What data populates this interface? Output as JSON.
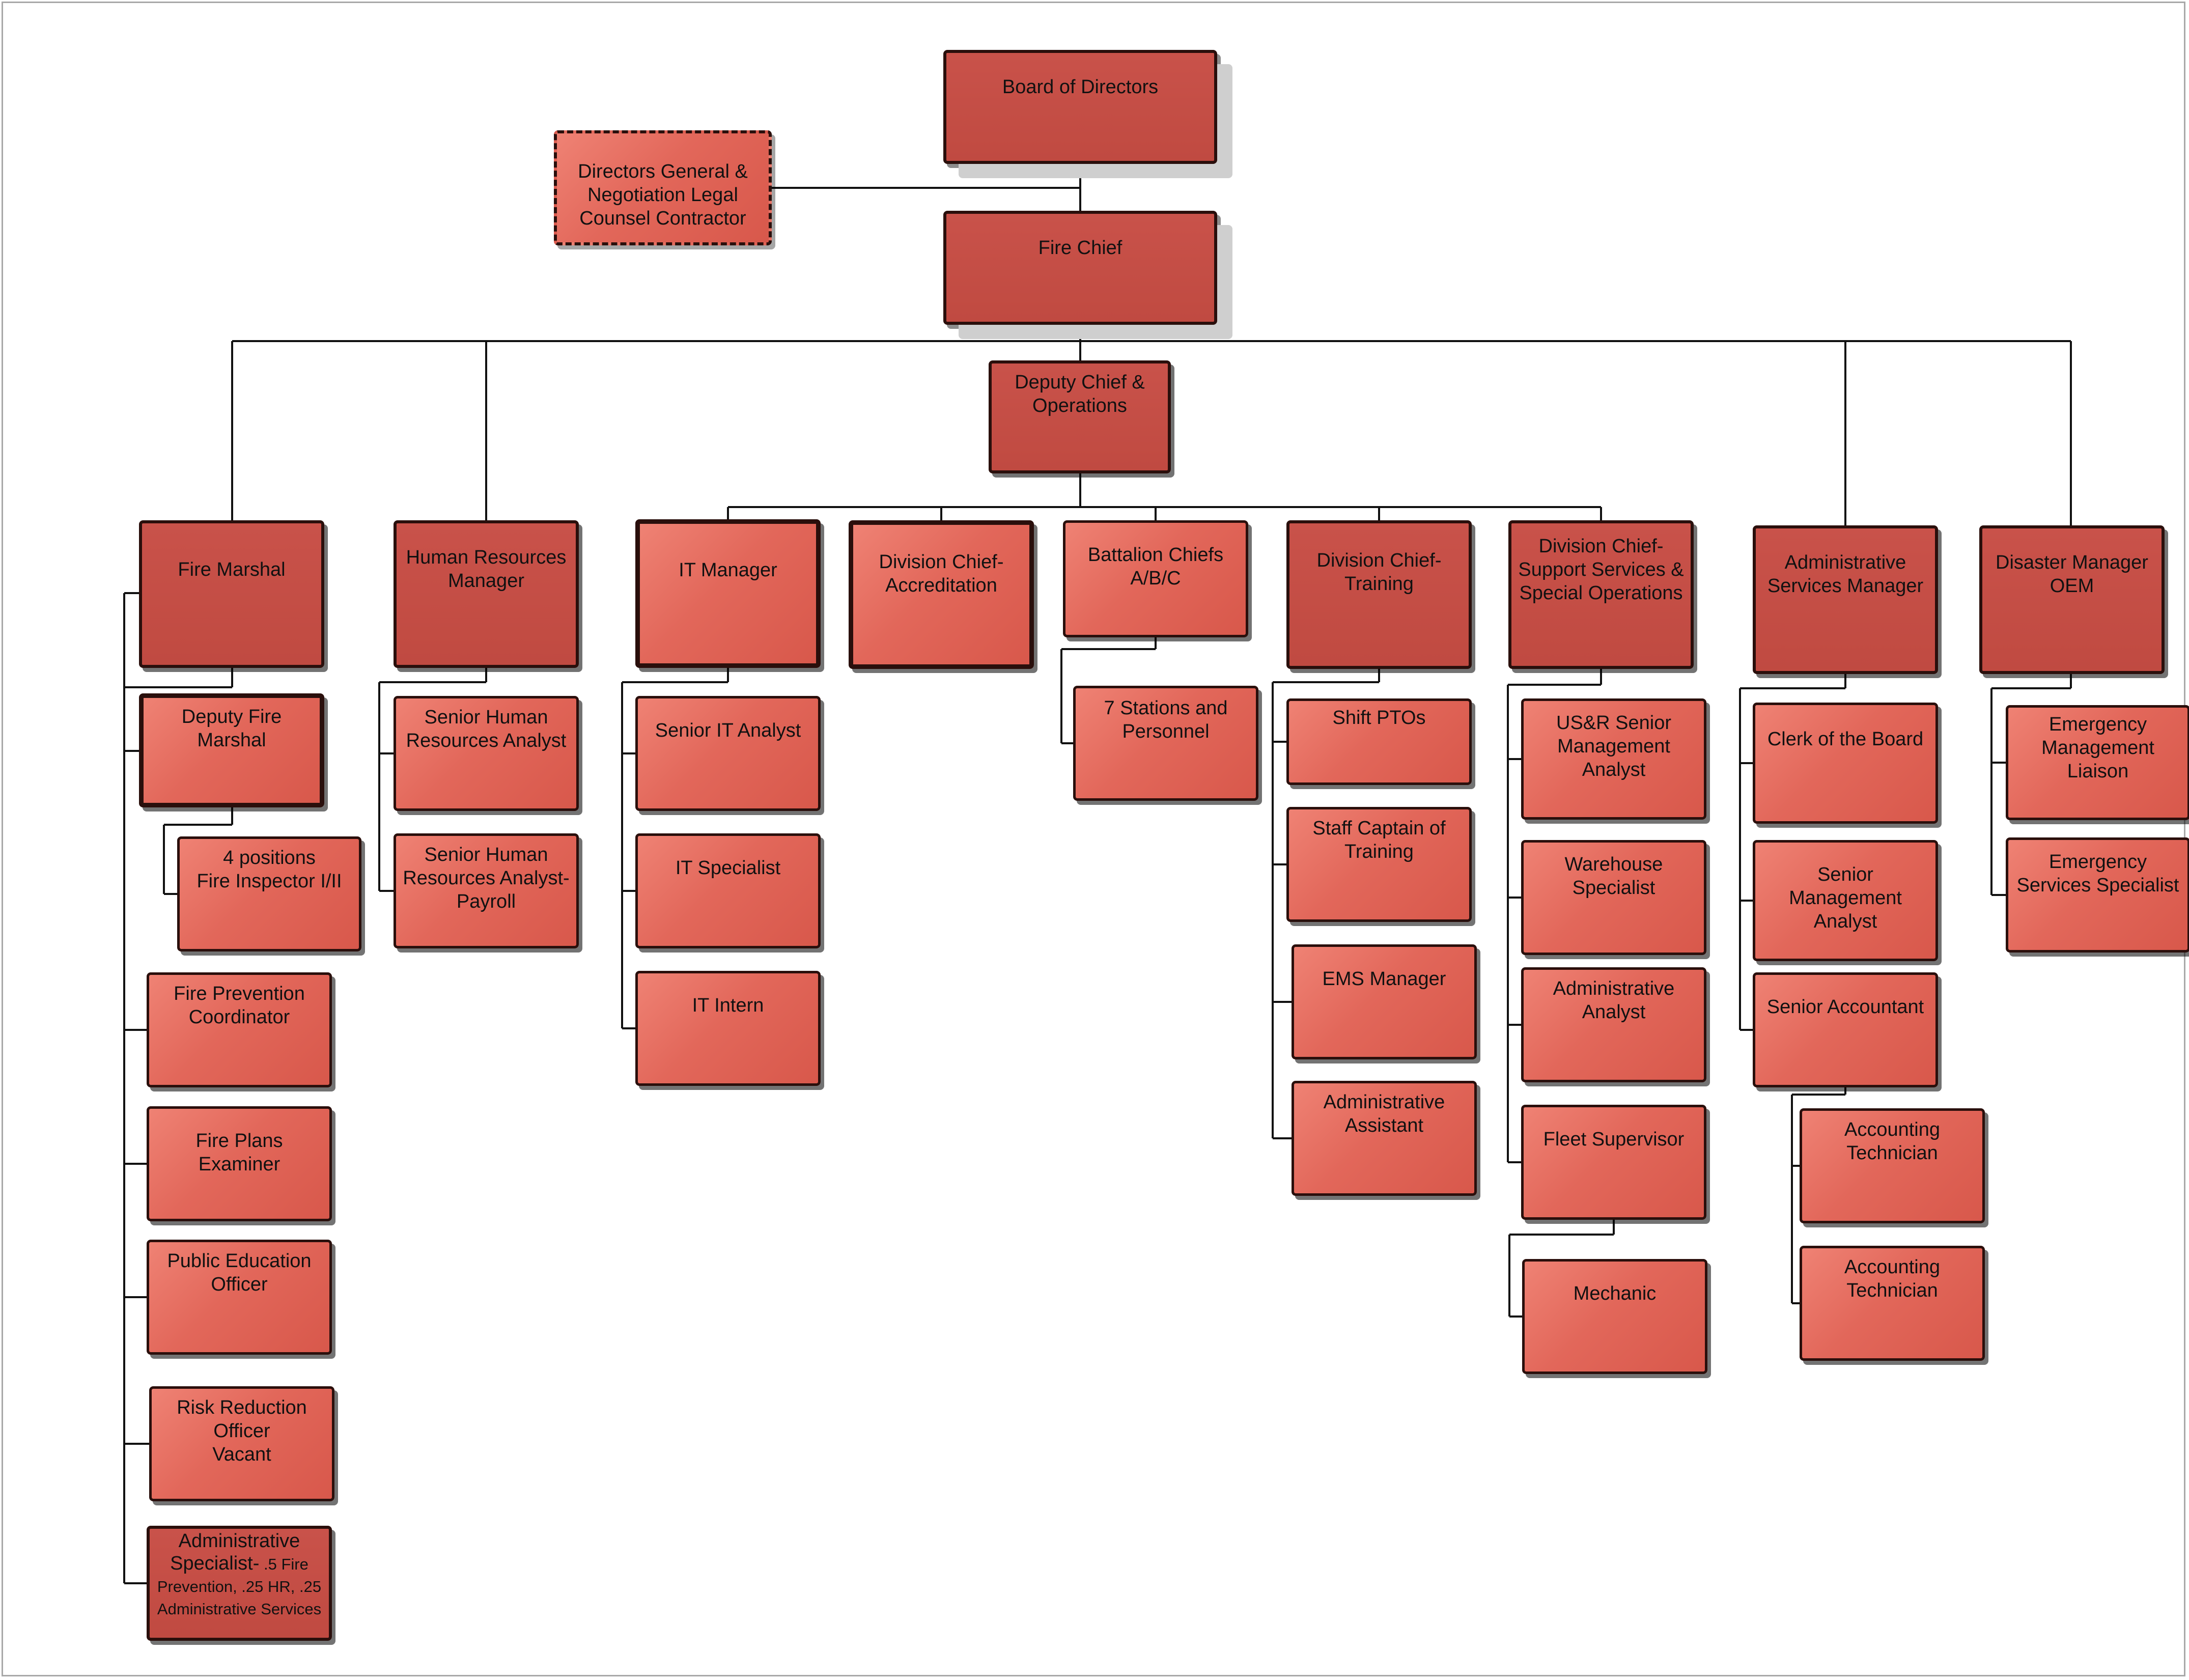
{
  "chart": {
    "nodes": [
      {
        "id": "board",
        "label": "Board of Directors"
      },
      {
        "id": "directors-general",
        "label": "Directors General &\nNegotiation Legal\nCounsel Contractor"
      },
      {
        "id": "fire-chief",
        "label": "Fire Chief"
      },
      {
        "id": "deputy-chief",
        "label": "Deputy Chief &\nOperations"
      },
      {
        "id": "fire-marshal",
        "label": "Fire Marshal"
      },
      {
        "id": "deputy-fire-marshal",
        "label": "Deputy Fire\nMarshal"
      },
      {
        "id": "fire-inspector",
        "label": "4 positions\nFire Inspector I/II"
      },
      {
        "id": "fire-prevention-coordinator",
        "label": "Fire Prevention\nCoordinator"
      },
      {
        "id": "fire-plans-examiner",
        "label": "Fire Plans Examiner"
      },
      {
        "id": "public-education-officer",
        "label": "Public Education\nOfficer"
      },
      {
        "id": "risk-reduction-officer",
        "label": "Risk Reduction\nOfficer\nVacant"
      },
      {
        "id": "administrative-specialist",
        "label": "Administrative\nSpecialist-",
        "label_small": " .5 Fire\nPrevention, .25 HR, .25\nAdministrative Services"
      },
      {
        "id": "hr-manager",
        "label": "Human Resources\nManager"
      },
      {
        "id": "senior-hr-analyst",
        "label": "Senior Human\nResources Analyst"
      },
      {
        "id": "senior-hr-analyst-payroll",
        "label": "Senior Human\nResources Analyst-\nPayroll"
      },
      {
        "id": "it-manager",
        "label": "IT Manager"
      },
      {
        "id": "senior-it-analyst",
        "label": "Senior IT Analyst"
      },
      {
        "id": "it-specialist",
        "label": "IT Specialist"
      },
      {
        "id": "it-intern",
        "label": "IT Intern"
      },
      {
        "id": "division-chief-accreditation",
        "label": "Division Chief-\nAccreditation"
      },
      {
        "id": "battalion-chiefs",
        "label": "Battalion Chiefs\nA/B/C"
      },
      {
        "id": "stations-personnel",
        "label": "7 Stations and\nPersonnel"
      },
      {
        "id": "division-chief-training",
        "label": "Division Chief-\nTraining"
      },
      {
        "id": "shift-ptos",
        "label": "Shift PTOs"
      },
      {
        "id": "staff-captain-training",
        "label": "Staff Captain of\nTraining"
      },
      {
        "id": "ems-manager",
        "label": "EMS Manager"
      },
      {
        "id": "administrative-assistant",
        "label": "Administrative\nAssistant"
      },
      {
        "id": "division-chief-support",
        "label": "Division Chief-\nSupport Services &\nSpecial Operations"
      },
      {
        "id": "usr-senior-analyst",
        "label": "US&R Senior\nManagement\nAnalyst"
      },
      {
        "id": "warehouse-specialist",
        "label": "Warehouse\nSpecialist"
      },
      {
        "id": "administrative-analyst",
        "label": "Administrative\nAnalyst"
      },
      {
        "id": "fleet-supervisor",
        "label": "Fleet Supervisor"
      },
      {
        "id": "mechanic",
        "label": "Mechanic"
      },
      {
        "id": "admin-services-manager",
        "label": "Administrative\nServices Manager"
      },
      {
        "id": "clerk-of-board",
        "label": "Clerk of the Board"
      },
      {
        "id": "senior-management-analyst",
        "label": "Senior Management\nAnalyst"
      },
      {
        "id": "senior-accountant",
        "label": "Senior Accountant"
      },
      {
        "id": "accounting-technician-1",
        "label": "Accounting\nTechnician"
      },
      {
        "id": "accounting-technician-2",
        "label": "Accounting\nTechnician"
      },
      {
        "id": "disaster-manager",
        "label": "Disaster Manager\nOEM"
      },
      {
        "id": "emergency-management-liaison",
        "label": "Emergency\nManagement\nLiaison"
      },
      {
        "id": "emergency-services-specialist",
        "label": "Emergency\nServices Specialist"
      }
    ],
    "colors": {
      "box_fill": "#e2675a",
      "box_fill_dark": "#c04a41",
      "border": "#2a0f0c",
      "connector": "#111111"
    }
  }
}
